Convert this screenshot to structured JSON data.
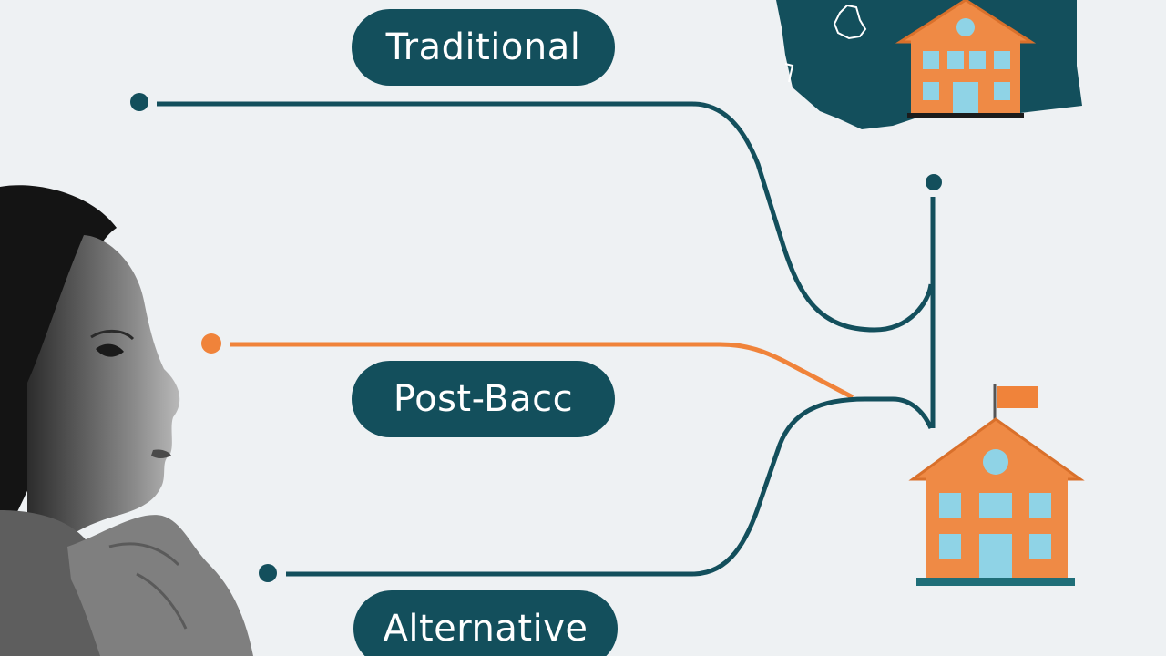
{
  "pathways": [
    {
      "label": "Traditional",
      "color": "#134f5c"
    },
    {
      "label": "Post-Bacc",
      "color": "#f0833a"
    },
    {
      "label": "Alternative",
      "color": "#134f5c"
    }
  ],
  "colors": {
    "background": "#eef1f3",
    "teal": "#134f5c",
    "orange": "#f0833a",
    "building": "#ef8a45",
    "window": "#8fd3e6"
  },
  "illustrations": {
    "map": "state-map-icon",
    "school_top": "school-building-icon",
    "school_bottom": "school-building-with-flag-icon",
    "person": "thinking-woman-silhouette"
  }
}
